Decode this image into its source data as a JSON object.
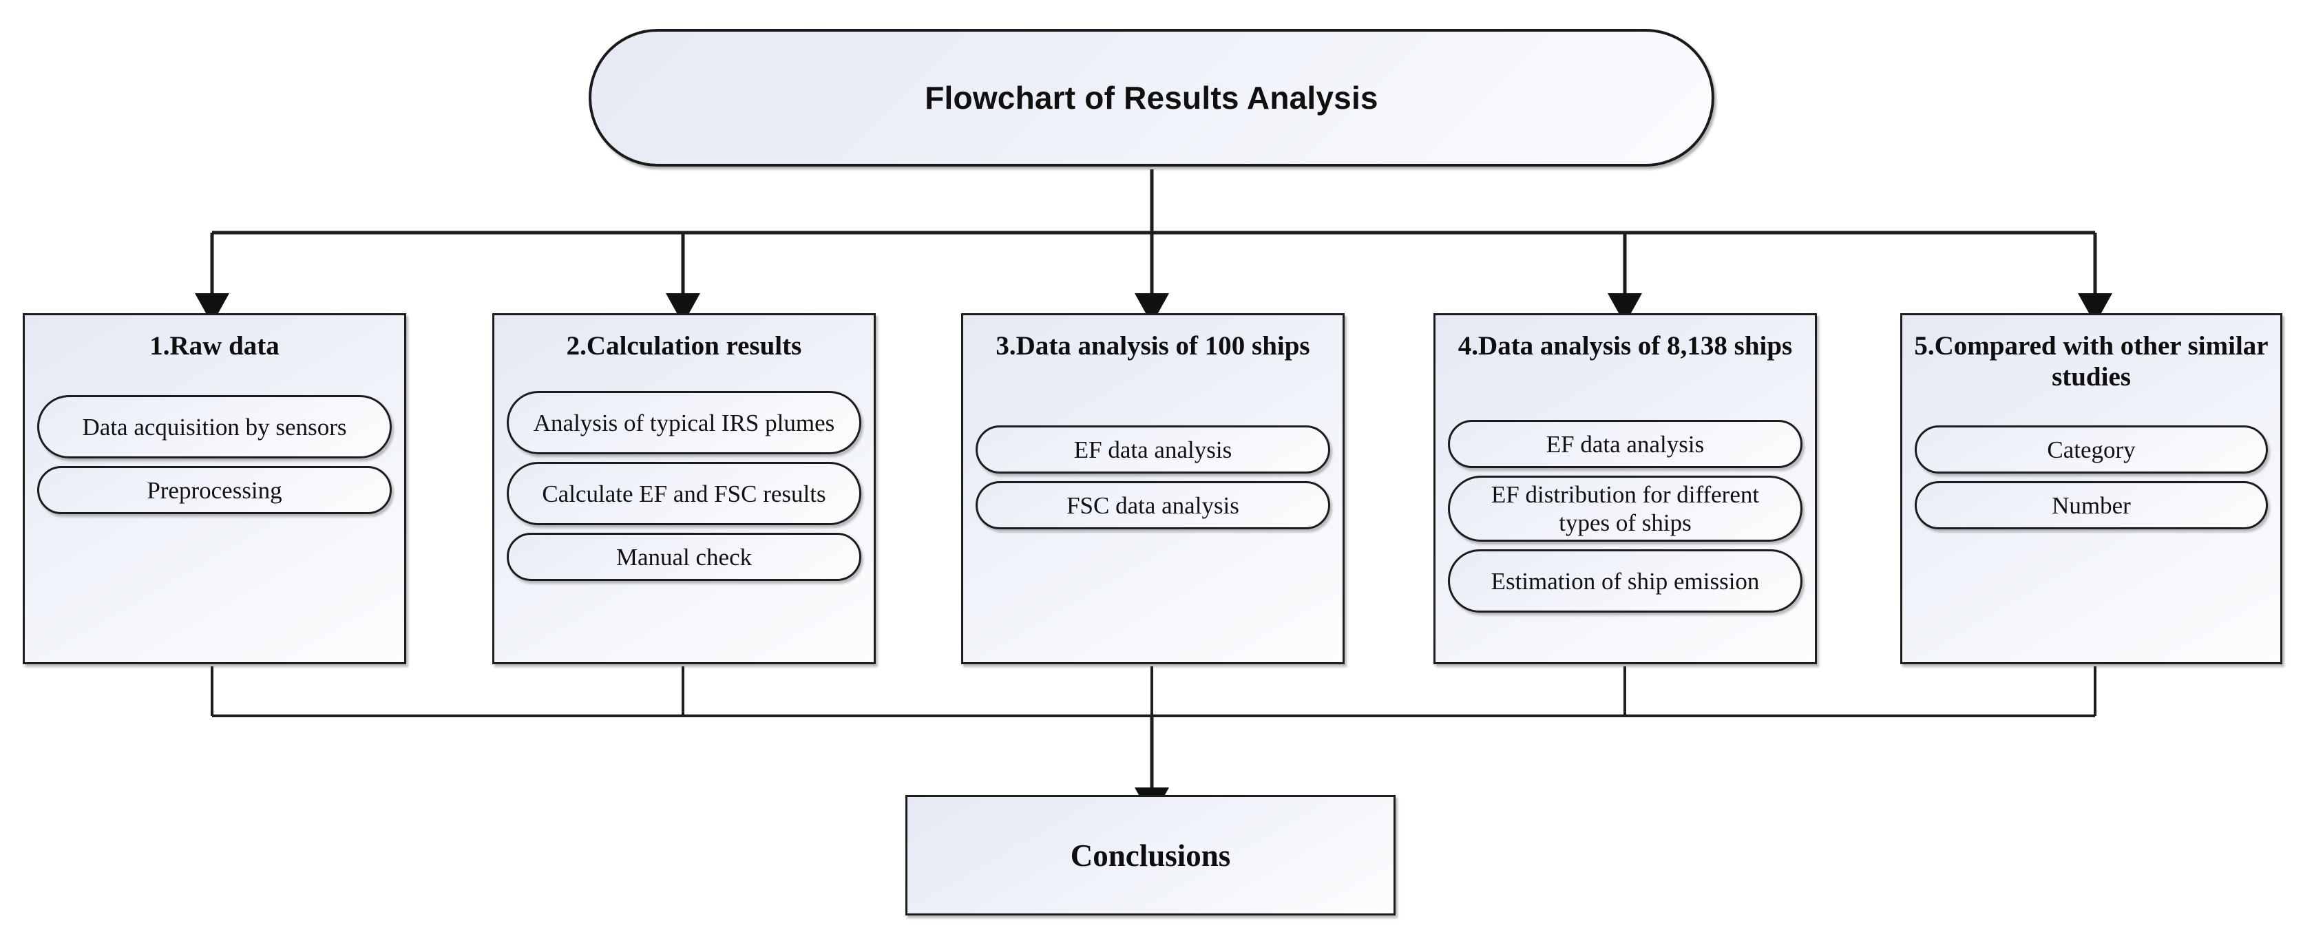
{
  "diagram": {
    "title": "Flowchart of Results Analysis",
    "conclusions_label": "Conclusions",
    "colors": {
      "stroke": "#1a1a1a",
      "fill_light": "#eef1f8",
      "fill_white": "#fcfdfe",
      "text": "#0e0e0e",
      "background": "#ffffff"
    },
    "columns": [
      {
        "heading": "1.Raw data",
        "items": [
          "Data acquisition by sensors",
          "Preprocessing"
        ]
      },
      {
        "heading": "2.Calculation results",
        "items": [
          "Analysis of typical IRS plumes",
          "Calculate EF and FSC results",
          "Manual check"
        ]
      },
      {
        "heading": "3.Data analysis of 100 ships",
        "items": [
          "EF data analysis",
          "FSC data analysis"
        ]
      },
      {
        "heading": "4.Data analysis of 8,138 ships",
        "items": [
          "EF data analysis",
          "EF distribution for different types of ships",
          "Estimation of ship emission"
        ]
      },
      {
        "heading": "5.Compared with other similar studies",
        "items": [
          "Category",
          "Number"
        ]
      }
    ]
  }
}
